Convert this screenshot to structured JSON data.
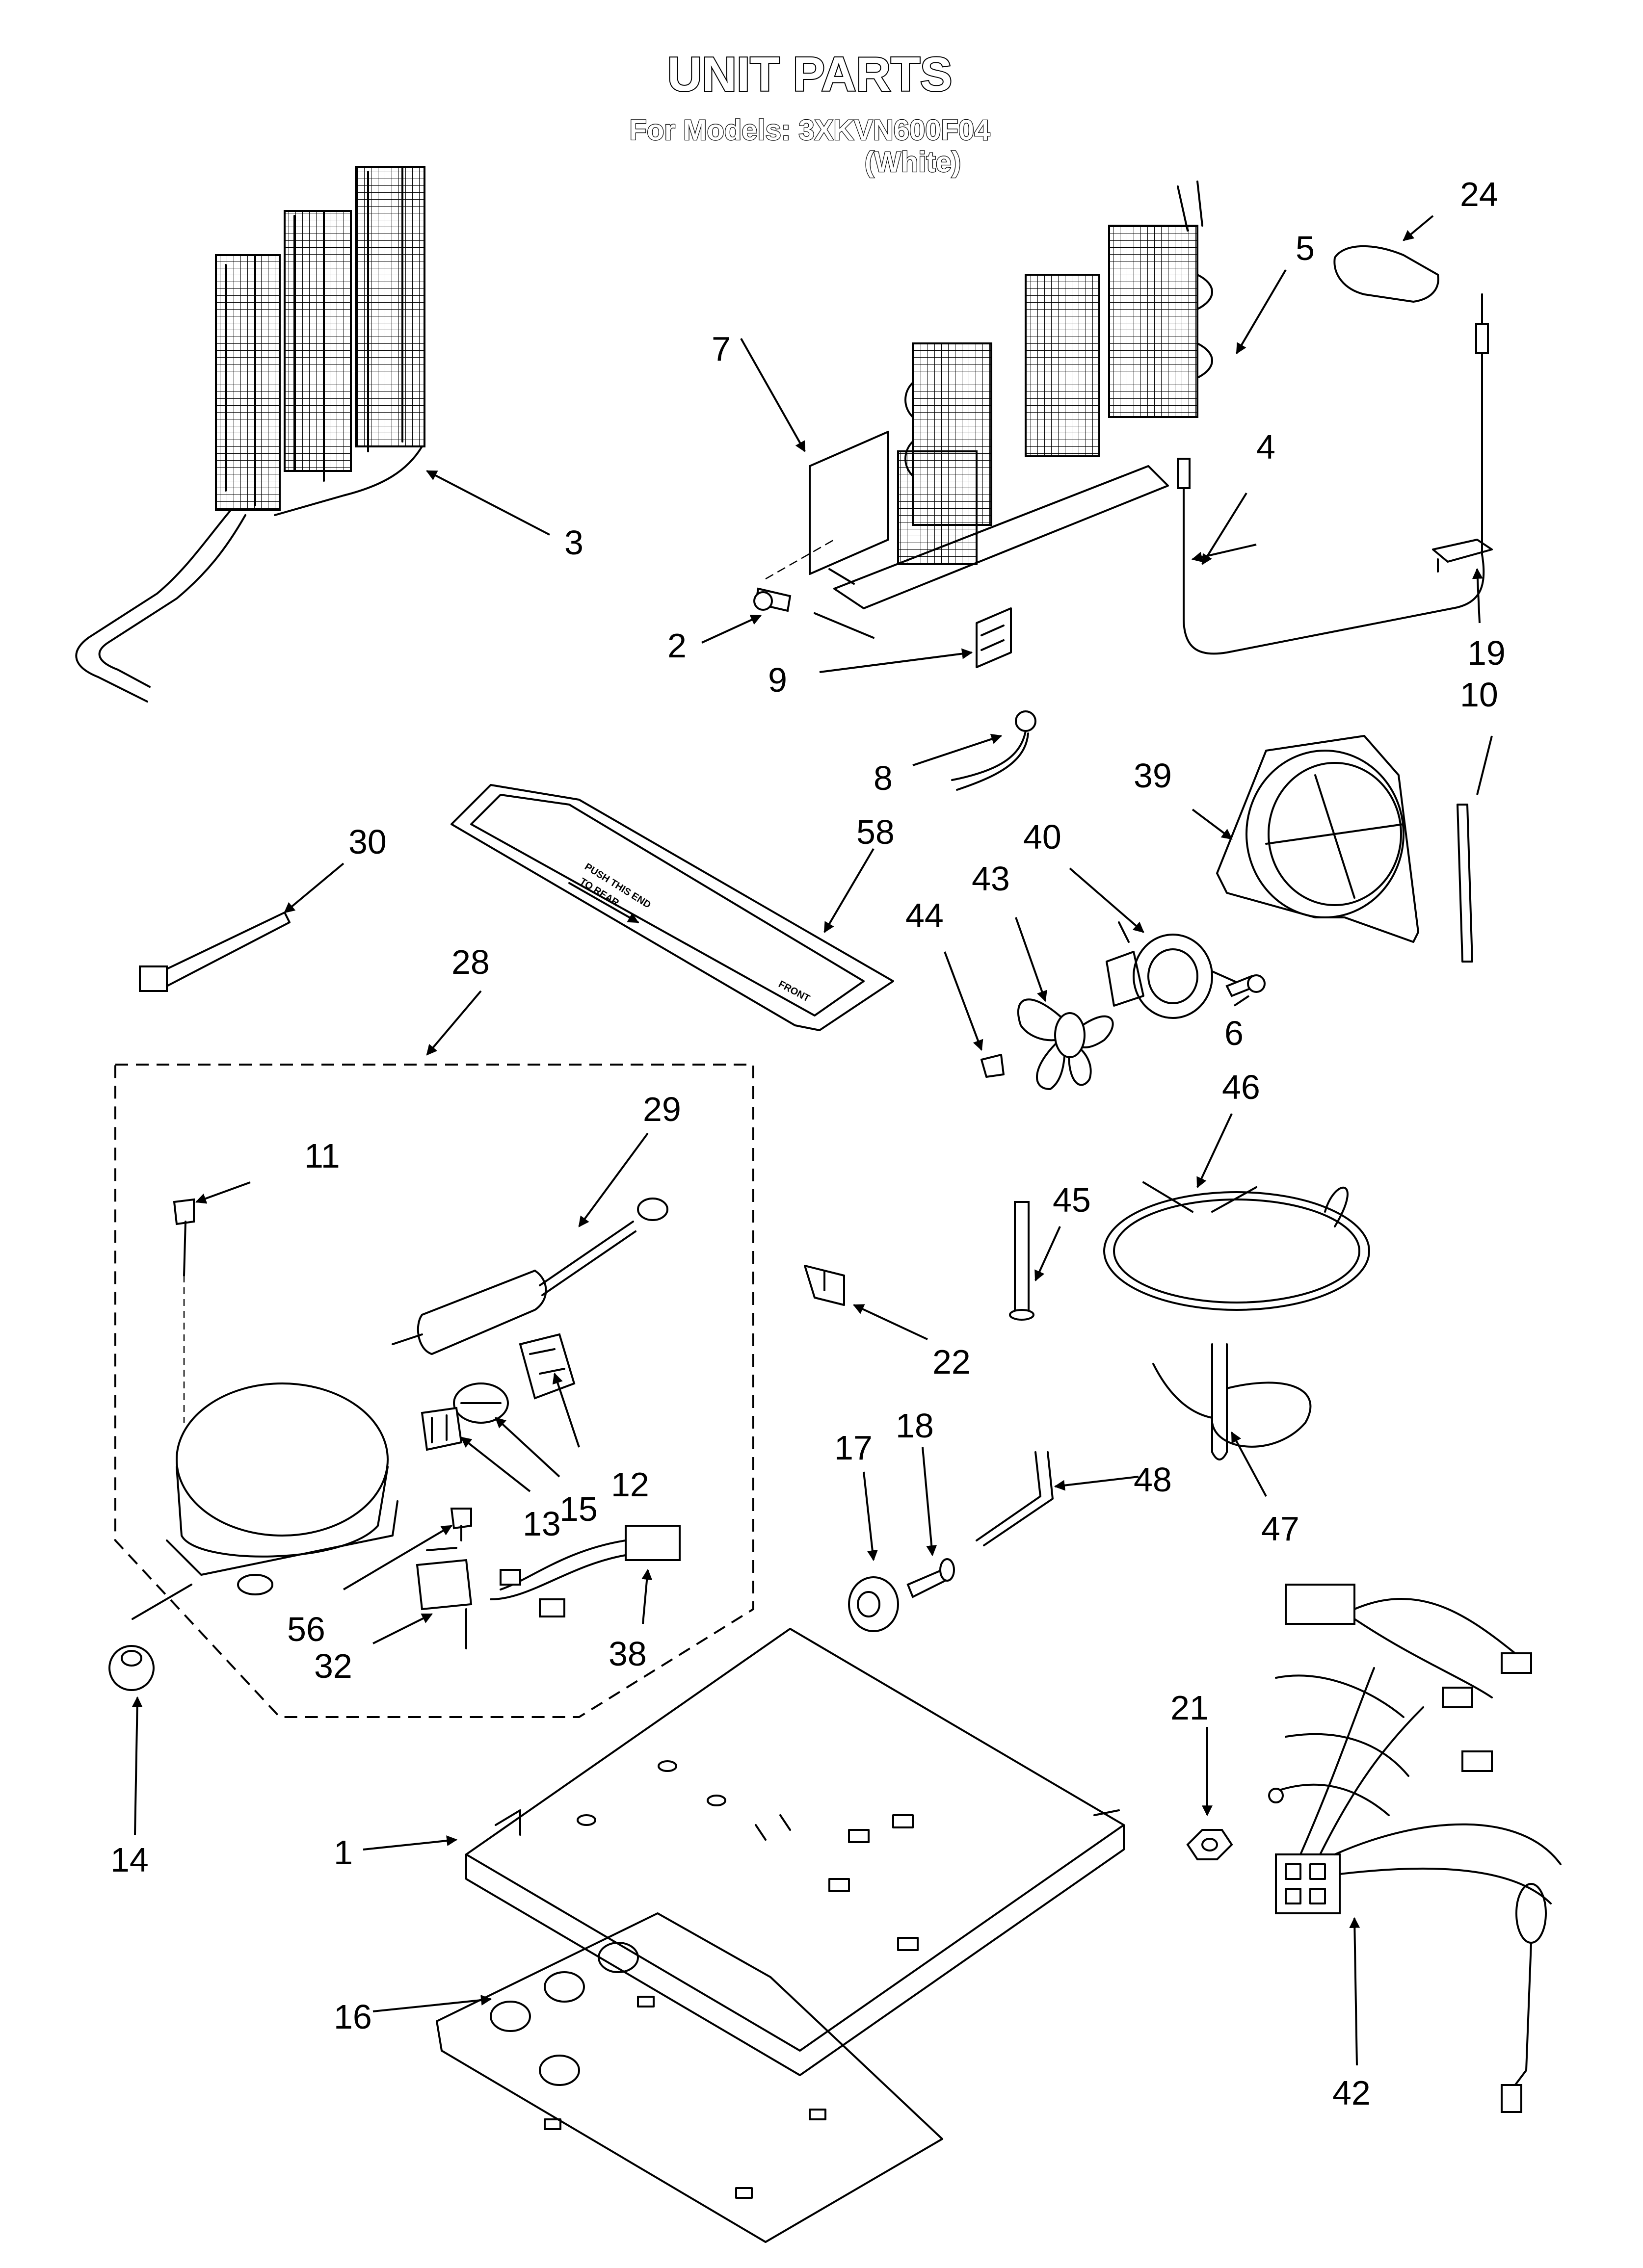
{
  "header": {
    "title": "UNIT PARTS",
    "models_line": "For Models: 3XKVN600F04",
    "color_line": "(White)"
  },
  "tray_text": {
    "push_line1": "PUSH THIS END",
    "push_line2": "TO REAR",
    "front": "FRONT"
  },
  "callouts": [
    {
      "id": "c1",
      "text": "1"
    },
    {
      "id": "c2",
      "text": "2"
    },
    {
      "id": "c3",
      "text": "3"
    },
    {
      "id": "c4",
      "text": "4"
    },
    {
      "id": "c5",
      "text": "5"
    },
    {
      "id": "c6",
      "text": "6"
    },
    {
      "id": "c7",
      "text": "7"
    },
    {
      "id": "c8",
      "text": "8"
    },
    {
      "id": "c9",
      "text": "9"
    },
    {
      "id": "c10",
      "text": "10"
    },
    {
      "id": "c11",
      "text": "11"
    },
    {
      "id": "c12",
      "text": "12"
    },
    {
      "id": "c13",
      "text": "13"
    },
    {
      "id": "c14",
      "text": "14"
    },
    {
      "id": "c15",
      "text": "15"
    },
    {
      "id": "c16",
      "text": "16"
    },
    {
      "id": "c17",
      "text": "17"
    },
    {
      "id": "c18",
      "text": "18"
    },
    {
      "id": "c19",
      "text": "19"
    },
    {
      "id": "c21",
      "text": "21"
    },
    {
      "id": "c22",
      "text": "22"
    },
    {
      "id": "c24",
      "text": "24"
    },
    {
      "id": "c28",
      "text": "28"
    },
    {
      "id": "c29",
      "text": "29"
    },
    {
      "id": "c30",
      "text": "30"
    },
    {
      "id": "c32",
      "text": "32"
    },
    {
      "id": "c38",
      "text": "38"
    },
    {
      "id": "c39",
      "text": "39"
    },
    {
      "id": "c40",
      "text": "40"
    },
    {
      "id": "c42",
      "text": "42"
    },
    {
      "id": "c43",
      "text": "43"
    },
    {
      "id": "c44",
      "text": "44"
    },
    {
      "id": "c45",
      "text": "45"
    },
    {
      "id": "c46",
      "text": "46"
    },
    {
      "id": "c47",
      "text": "47"
    },
    {
      "id": "c48",
      "text": "48"
    },
    {
      "id": "c56",
      "text": "56"
    },
    {
      "id": "c58",
      "text": "58"
    }
  ]
}
